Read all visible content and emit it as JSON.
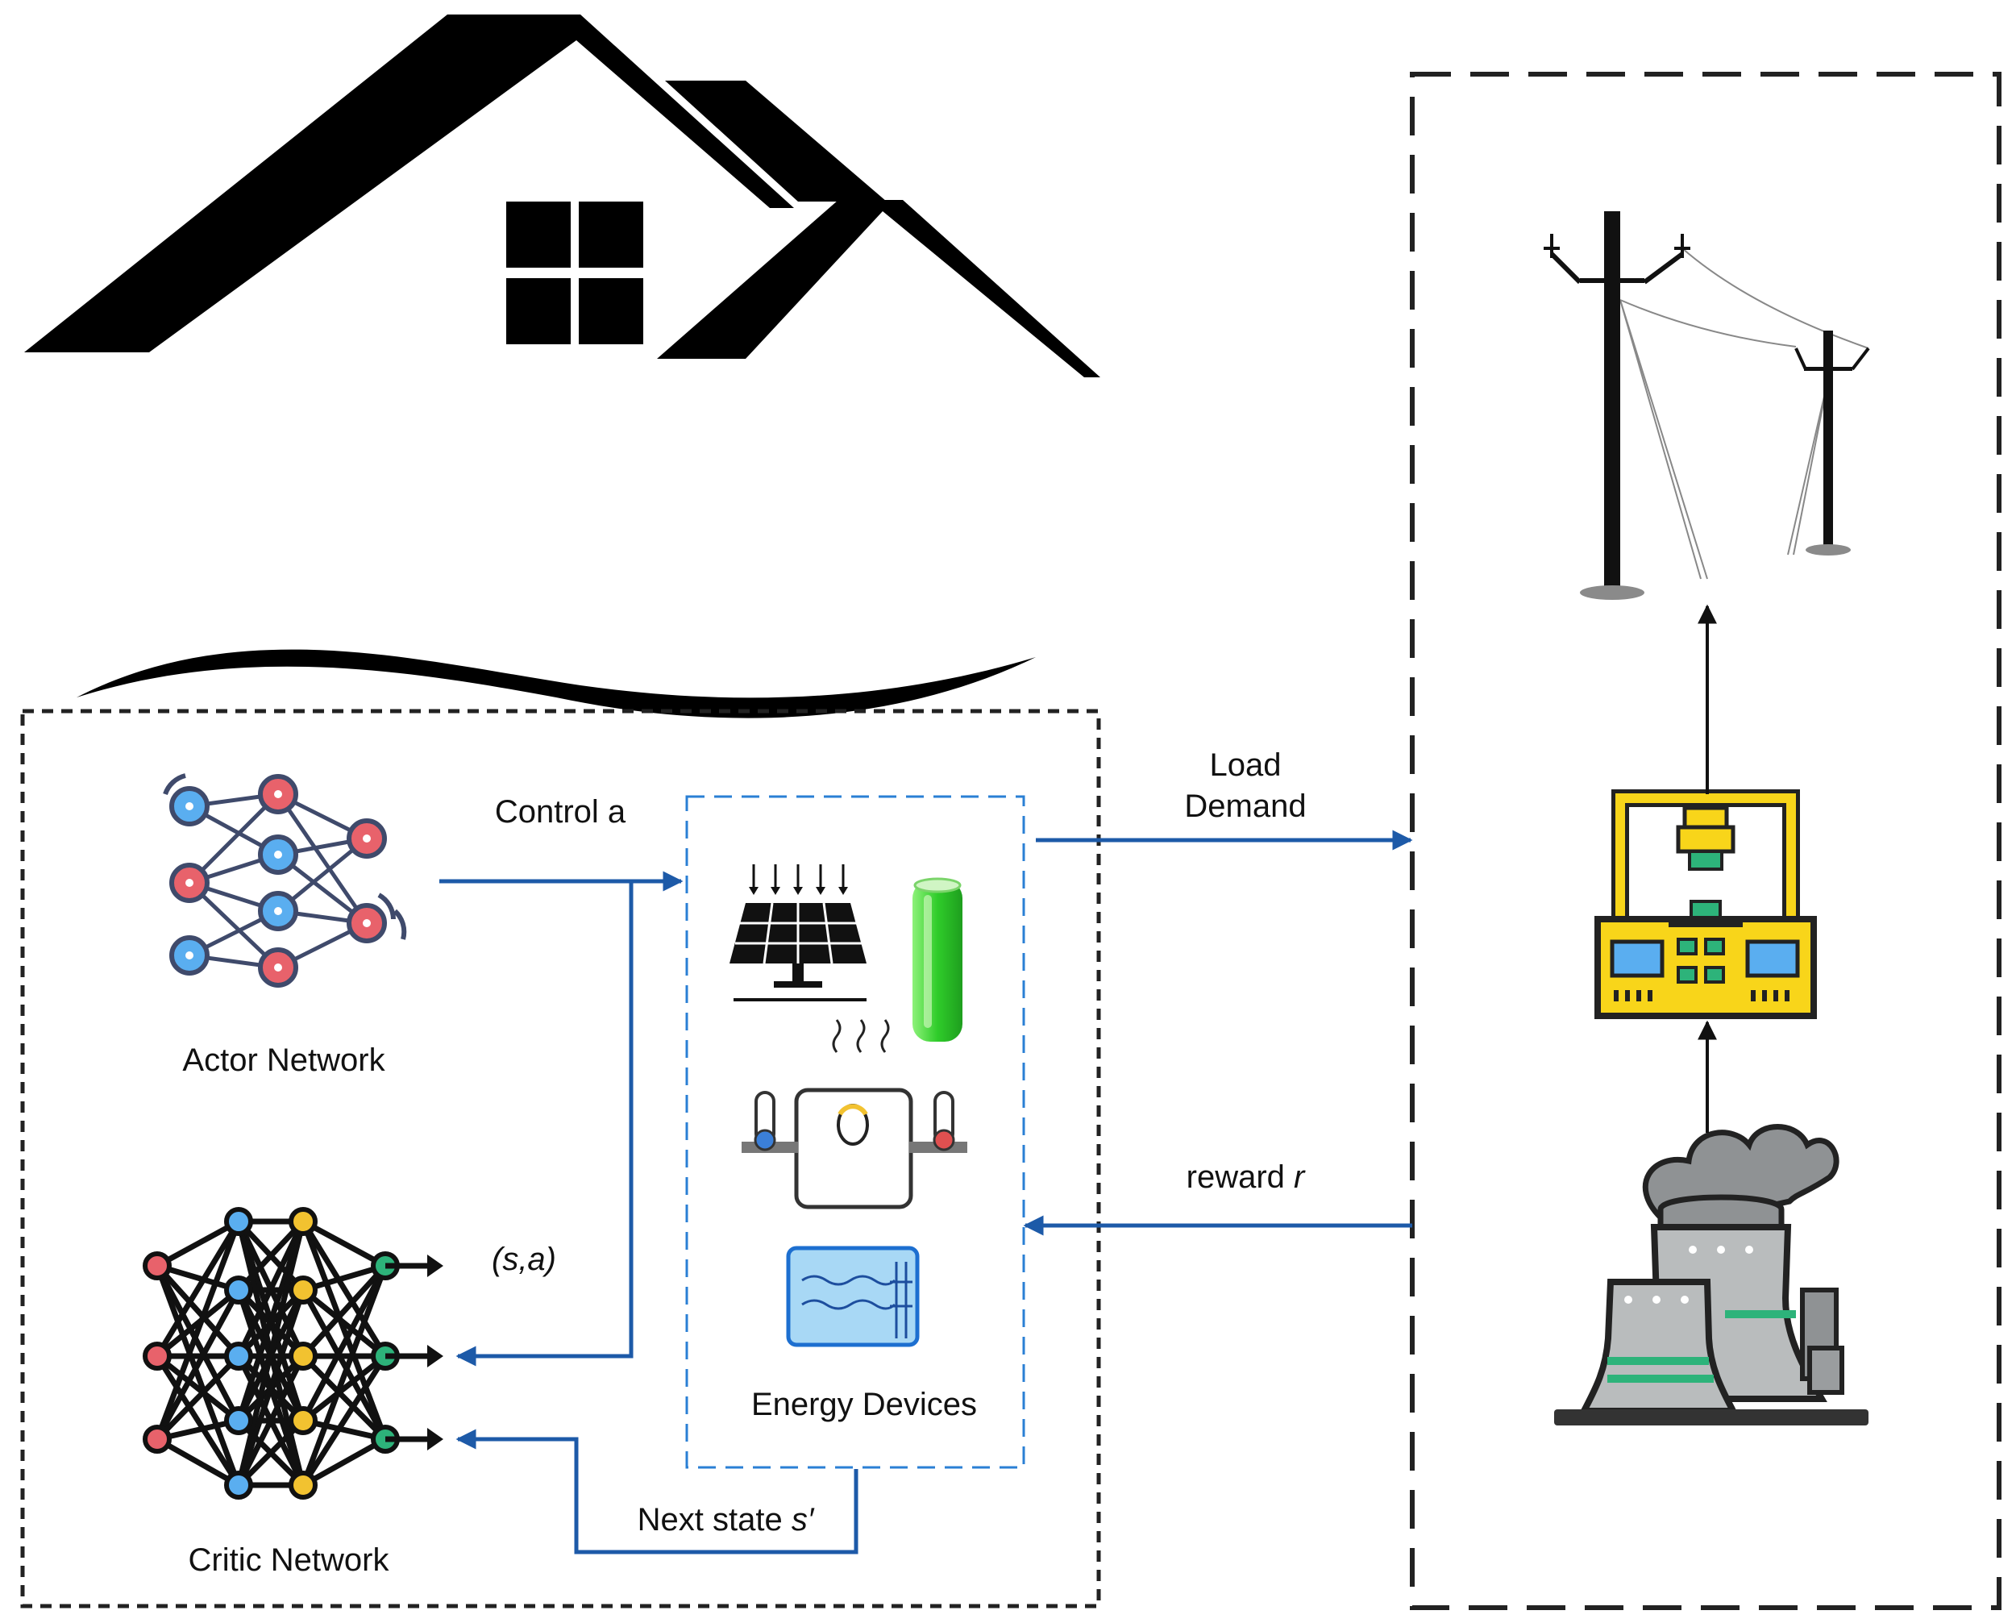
{
  "labels": {
    "actor": "Actor Network",
    "critic": "Critic Network",
    "control": "Control a",
    "sa": "(s,a)",
    "energy": "Energy Devices",
    "next_state_prefix": "Next state ",
    "next_state_var": "s′",
    "load_line1": "Load",
    "load_line2": "Demand",
    "reward_prefix": "reward ",
    "reward_var": "r"
  },
  "colors": {
    "arrow_blue": "#1d5aa8",
    "panel_blue": "#2a7fd4",
    "node_red": "#e8626b",
    "node_blue": "#5aaef0",
    "node_yellow": "#f2c230",
    "node_green": "#2db37a",
    "battery_green": "#38d630",
    "substation_yellow": "#f8d51a",
    "plant_grey": "#b9bcbd"
  }
}
